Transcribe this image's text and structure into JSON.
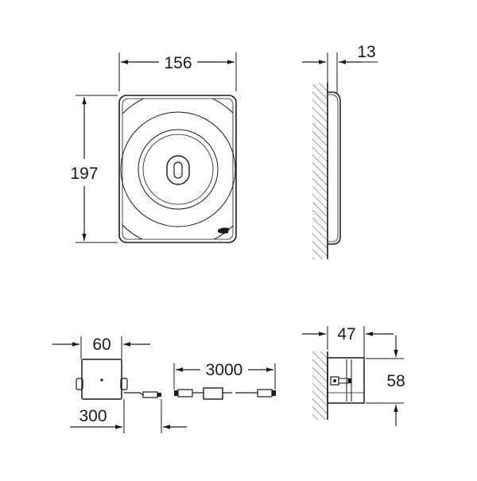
{
  "drawing": {
    "front_view": {
      "width_label": "156",
      "height_label": "197"
    },
    "side_view": {
      "depth_label": "13"
    },
    "control_box": {
      "width_label": "60",
      "cable_offset_label": "300"
    },
    "cable": {
      "length_label": "3000"
    },
    "install_view": {
      "depth_label": "47",
      "height_label": "58"
    }
  }
}
